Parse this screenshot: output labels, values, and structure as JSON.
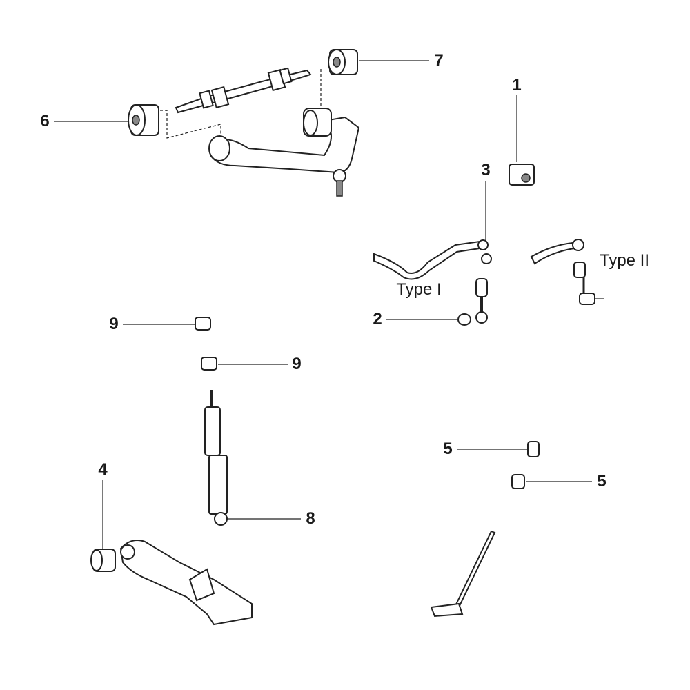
{
  "callouts": {
    "c1": "1",
    "c2": "2",
    "c3": "3",
    "c4": "4",
    "c5a": "5",
    "c5b": "5",
    "c6": "6",
    "c7": "7",
    "c8": "8",
    "c9a": "9",
    "c9b": "9"
  },
  "variants": {
    "type1": "Type I",
    "type2": "Type II"
  }
}
